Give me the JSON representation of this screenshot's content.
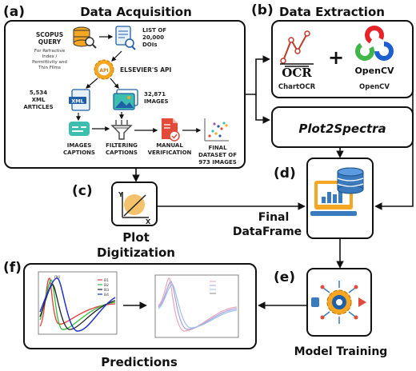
{
  "panels": {
    "a": {
      "letter": "(a)",
      "title": "Data Acquisition"
    },
    "b": {
      "letter": "(b)",
      "title": "Data Extraction"
    },
    "c": {
      "letter": "(c)",
      "title_line1": "Plot",
      "title_line2": "Digitization"
    },
    "d": {
      "letter": "(d)",
      "title_line1": "Final",
      "title_line2": "DataFrame"
    },
    "e": {
      "letter": "(e)",
      "title": "Model Training"
    },
    "f": {
      "letter": "(f)",
      "title": "Predictions"
    }
  },
  "acquisition": {
    "scopus_l1": "SCOPUS",
    "scopus_l2": "QUERY",
    "scopus_sub1": "For Refractive",
    "scopus_sub2": "Index /",
    "scopus_sub3": "Permittivity and",
    "scopus_sub4": "Thin Films",
    "dois_l1": "LIST OF",
    "dois_l2": "20,000",
    "dois_l3": "DOIs",
    "api_icon_text": "API",
    "api_label": "ELSEVIER'S API",
    "xml_l1": "5,534",
    "xml_l2": "XML",
    "xml_l3": "ARTICLES",
    "xml_icon_text": "XML",
    "images_l1": "32,871",
    "images_l2": "IMAGES",
    "captions_l1": "IMAGES",
    "captions_l2": "CAPTIONS",
    "filter_l1": "FILTERING",
    "filter_l2": "CAPTIONS",
    "manual_l1": "MANUAL",
    "manual_l2": "VERIFICATION",
    "final_l1": "FINAL",
    "final_l2": "DATASET OF",
    "final_l3": "973 IMAGES"
  },
  "extraction": {
    "chartocr_logo": "OCR",
    "chartocr_name": "ChartOCR",
    "plus": "+",
    "opencv_logo": "OpenCV",
    "opencv_name": "OpenCV",
    "plot2spectra": "Plot2Spectra"
  },
  "digitization_icon": {
    "y": "Y",
    "x": "X"
  },
  "predictions": {
    "left_plot_legend": [
      "B1",
      "B2",
      "B3",
      "B4"
    ],
    "left_plot_label": "(b)"
  },
  "colors": {
    "panel_border": "#111111",
    "arrow": "#111111",
    "api_orange": "#f5a623",
    "teal": "#3dbfb0",
    "doc_blue": "#1f5fa8",
    "manual_red": "#e24a3a",
    "computer_orange": "#f5a623",
    "database_blue": "#3a7bbf"
  }
}
